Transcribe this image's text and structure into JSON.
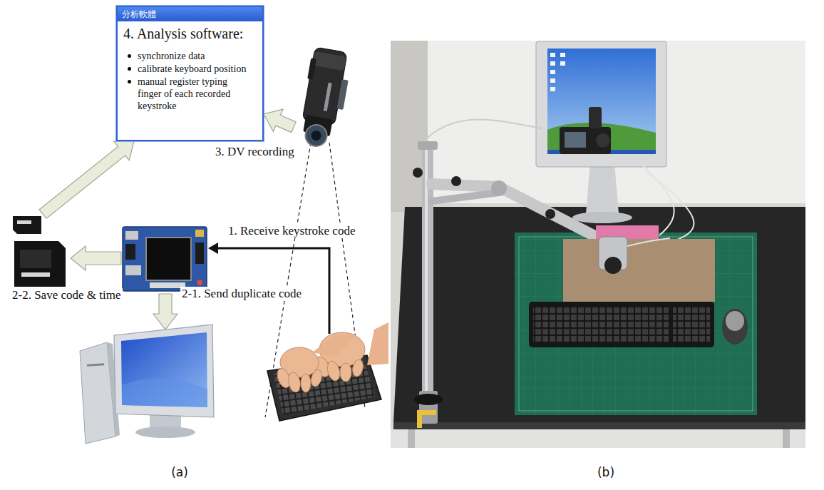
{
  "diagram": {
    "nodes": [
      {
        "text": [
          "分析軟體",
          "4. Analysis software:",
          "synchronize data",
          "calibrate keyboard position",
          "manual register typing finger of each recorded keystroke"
        ]
      },
      {
        "text": [
          "3. DV recording"
        ]
      },
      {
        "text": [
          "2-2. Save code & time"
        ]
      }
    ],
    "edges": [
      {
        "from": 2,
        "to": 0,
        "arrow": "to"
      },
      {
        "from": 1,
        "to": 0,
        "arrow": "to"
      }
    ],
    "labels": [
      "1. Receive keystroke code",
      "2-1. Send duplicate code",
      "(a)",
      "(b)"
    ]
  }
}
